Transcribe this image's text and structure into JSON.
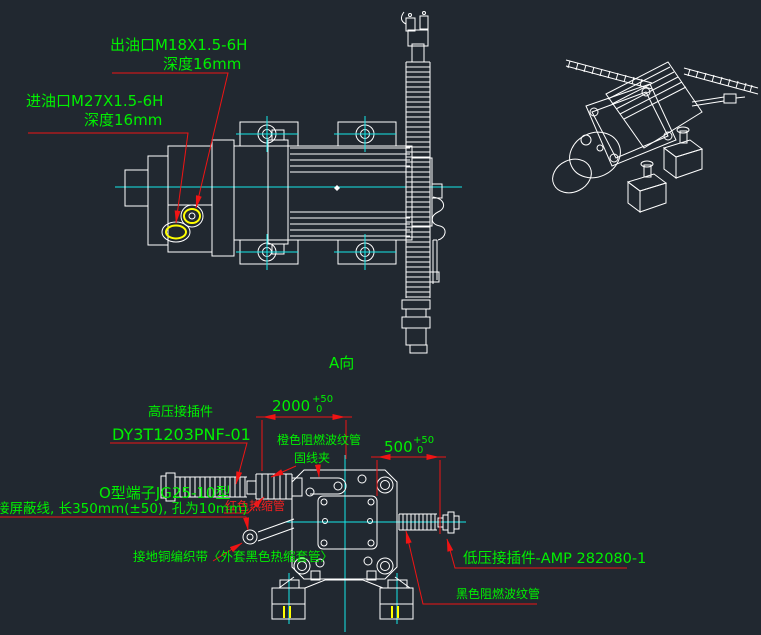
{
  "app": {
    "title": "CAD drawing - pump assembly with cable annotations"
  },
  "colors": {
    "background": "#212830",
    "geometry_line": "#ffffff",
    "centerline_cyan": "#15e8e8",
    "annotation_green": "#00f000",
    "leader_red": "#f01414",
    "highlight_yellow": "#ffff00"
  },
  "labels": {
    "outlet1": "出油口M18X1.5-6H",
    "outlet2": "深度16mm",
    "inlet1": "进油口M27X1.5-6H",
    "inlet2": "深度16mm",
    "view_a": "A向",
    "hp1": "高压接插件",
    "hp2": "DY3T1203PNF-01",
    "orange_tube": "橙色阻燃波纹管",
    "clamp": "固线夹",
    "o_terminal": "O型端子JG25-10型",
    "red_shrink": "红色热缩管",
    "shield": "接屏蔽线, 长350mm(±50), 孔为10mm)",
    "ground": "接地铜编织带〈外套黑色热缩套管〉",
    "lv": "低压接插件-AMP 282080-1",
    "black_tube": "黑色阻燃波纹管"
  },
  "dims": {
    "d2000": {
      "v": "2000",
      "tu": "+50",
      "tl": "0"
    },
    "d500": {
      "v": "500",
      "tu": "+50",
      "tl": "0"
    }
  }
}
